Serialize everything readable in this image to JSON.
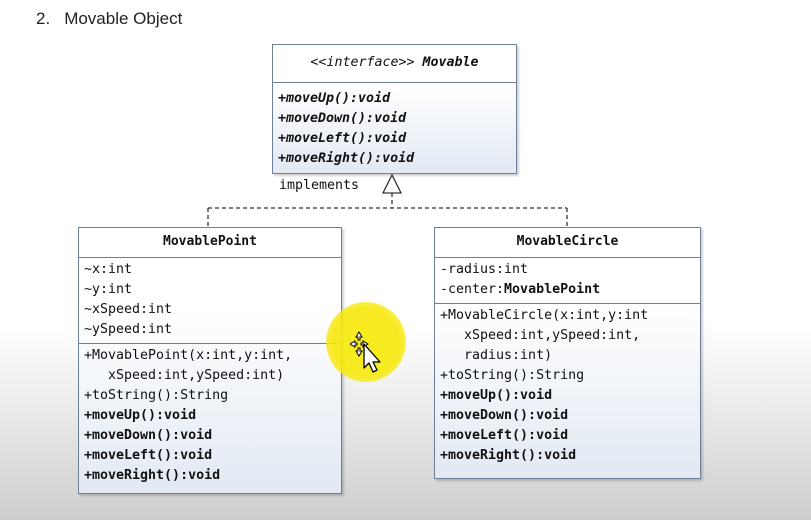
{
  "heading": {
    "number": "2.",
    "text": "Movable Object"
  },
  "interface": {
    "stereotype": "<<interface>>",
    "name": "Movable",
    "methods": [
      "+moveUp():void",
      "+moveDown():void",
      "+moveLeft():void",
      "+moveRight():void"
    ]
  },
  "relation_label": "implements",
  "movable_point": {
    "name": "MovablePoint",
    "fields": [
      "~x:int",
      "~y:int",
      "~xSpeed:int",
      "~ySpeed:int"
    ],
    "constructor": [
      "+MovablePoint(x:int,y:int,",
      "   xSpeed:int,ySpeed:int)"
    ],
    "to_string": "+toString():String",
    "methods": [
      "+moveUp():void",
      "+moveDown():void",
      "+moveLeft():void",
      "+moveRight():void"
    ]
  },
  "movable_circle": {
    "name": "MovableCircle",
    "fields": [
      "-radius:int",
      "-center:",
      "MovablePoint"
    ],
    "constructor": [
      "+MovableCircle(x:int,y:int",
      "   xSpeed:int,ySpeed:int,",
      "   radius:int)"
    ],
    "to_string": "+toString():String",
    "methods": [
      "+moveUp():void",
      "+moveDown():void",
      "+moveLeft():void",
      "+moveRight():void"
    ]
  },
  "icons": {
    "cursor": "move-cursor-icon",
    "arrowhead": "inheritance-arrow-icon"
  },
  "colors": {
    "border": "#6d7f99",
    "highlight": "#f7e814"
  }
}
